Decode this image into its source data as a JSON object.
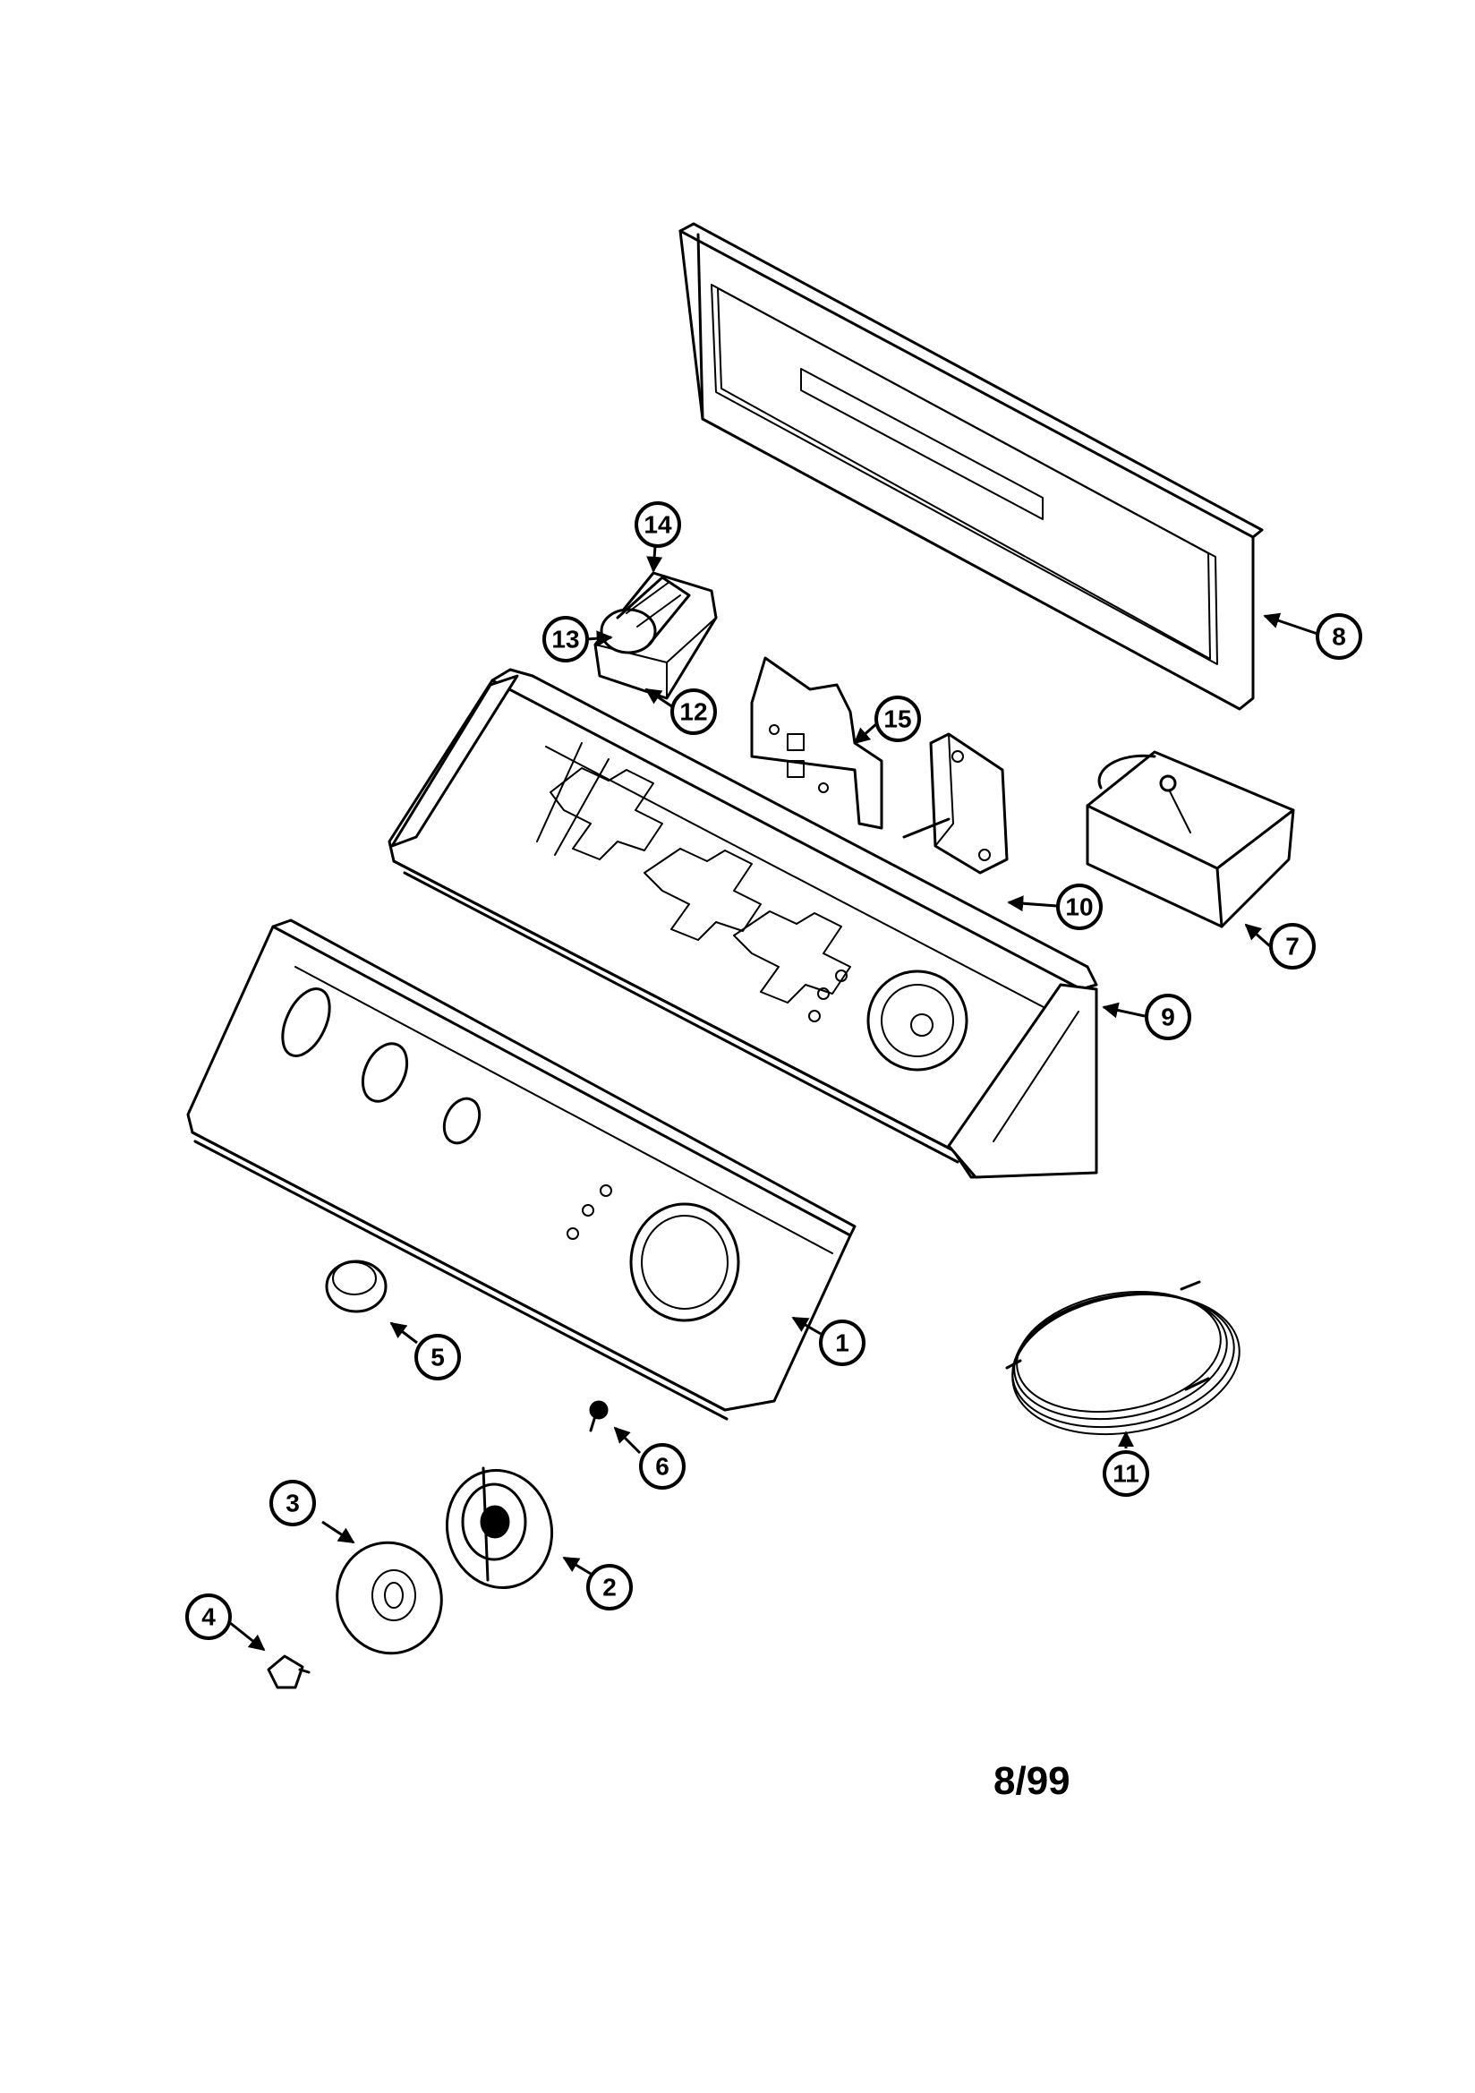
{
  "callouts": {
    "c1": "1",
    "c2": "2",
    "c3": "3",
    "c4": "4",
    "c5": "5",
    "c6": "6",
    "c7": "7",
    "c8": "8",
    "c9": "9",
    "c10": "10",
    "c11": "11",
    "c12": "12",
    "c13": "13",
    "c14": "14",
    "c15": "15"
  },
  "date_code": "8/99"
}
